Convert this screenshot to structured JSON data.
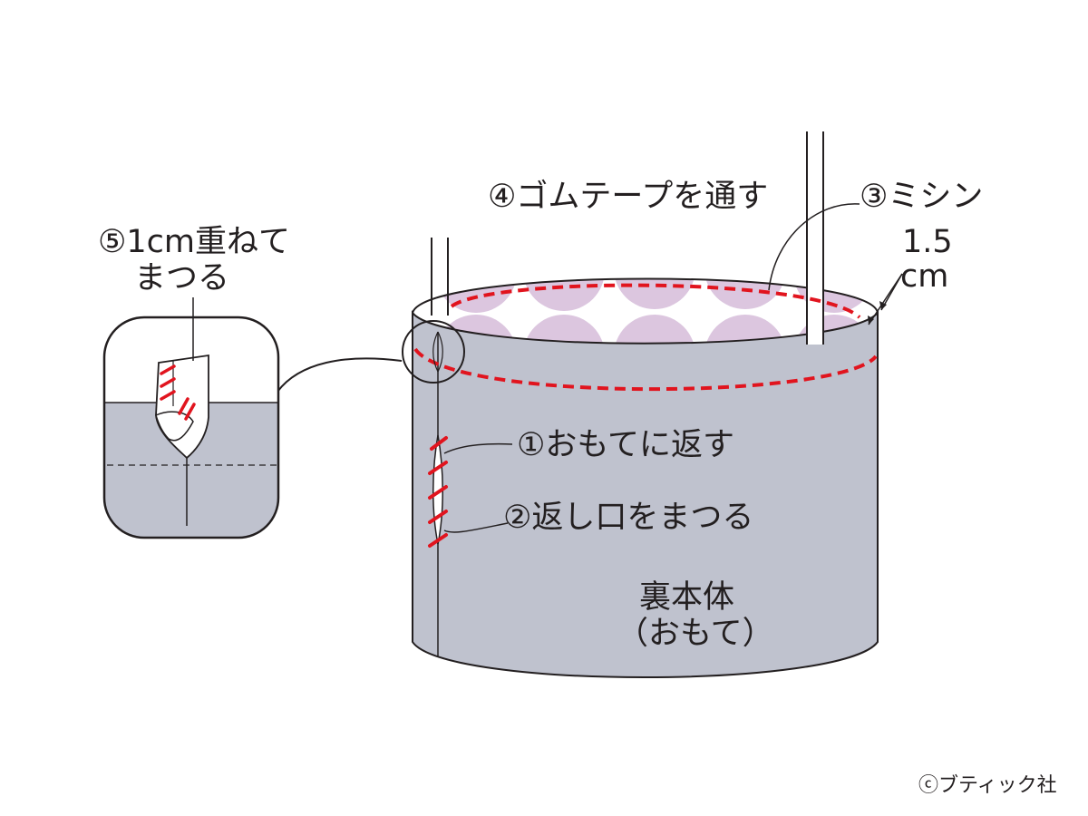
{
  "labels": {
    "step4": "④ゴムテープを通す",
    "step3": "③ミシン",
    "measure_value": "1.5",
    "measure_unit": "cm",
    "step5_line1": "⑤1cm重ねて",
    "step5_line2": "まつる",
    "step1": "①おもてに返す",
    "step2": "②返し口をまつる",
    "body_line1": "裏本体",
    "body_line2": "（おもて）",
    "copyright": "ⓒブティック社"
  },
  "colors": {
    "outline": "#231f20",
    "fabric_gray": "#bfc2ce",
    "lining_white": "#ffffff",
    "dot_purple": "#dcc6df",
    "stitch_red": "#e1141e"
  }
}
